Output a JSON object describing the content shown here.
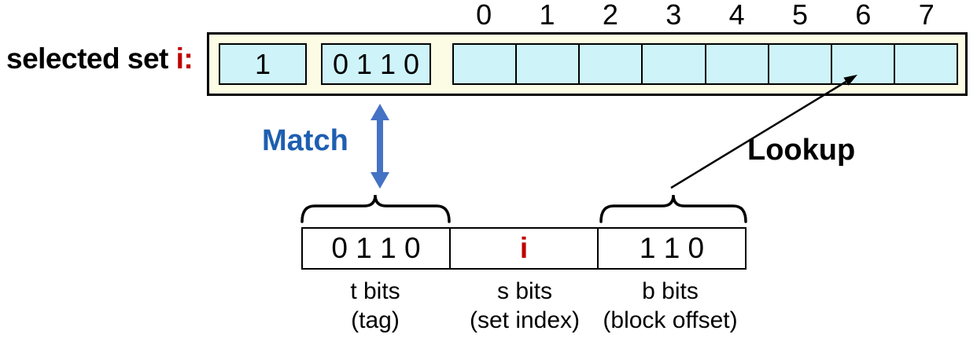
{
  "colors": {
    "set_box_fill": "#fcfce4",
    "cell_fill": "#cef4fa",
    "accent_red": "#c00000",
    "match_text_blue": "#1e5fb0",
    "match_arrow_blue": "#4472c4",
    "line_black": "#000000"
  },
  "cache_set": {
    "label_prefix": "selected set ",
    "label_index": "i:",
    "valid_bit": "1",
    "tag": "0 1 1 0",
    "block_offsets": [
      "0",
      "1",
      "2",
      "3",
      "4",
      "5",
      "6",
      "7"
    ]
  },
  "annotations": {
    "match": "Match",
    "lookup": "Lookup"
  },
  "address": {
    "fields": [
      {
        "value": "0 1 1 0",
        "name": "t bits",
        "desc": "(tag)"
      },
      {
        "value": "i",
        "name": "s bits",
        "desc": "(set index)"
      },
      {
        "value": "1 1 0",
        "name": "b bits",
        "desc": "(block offset)"
      }
    ]
  }
}
